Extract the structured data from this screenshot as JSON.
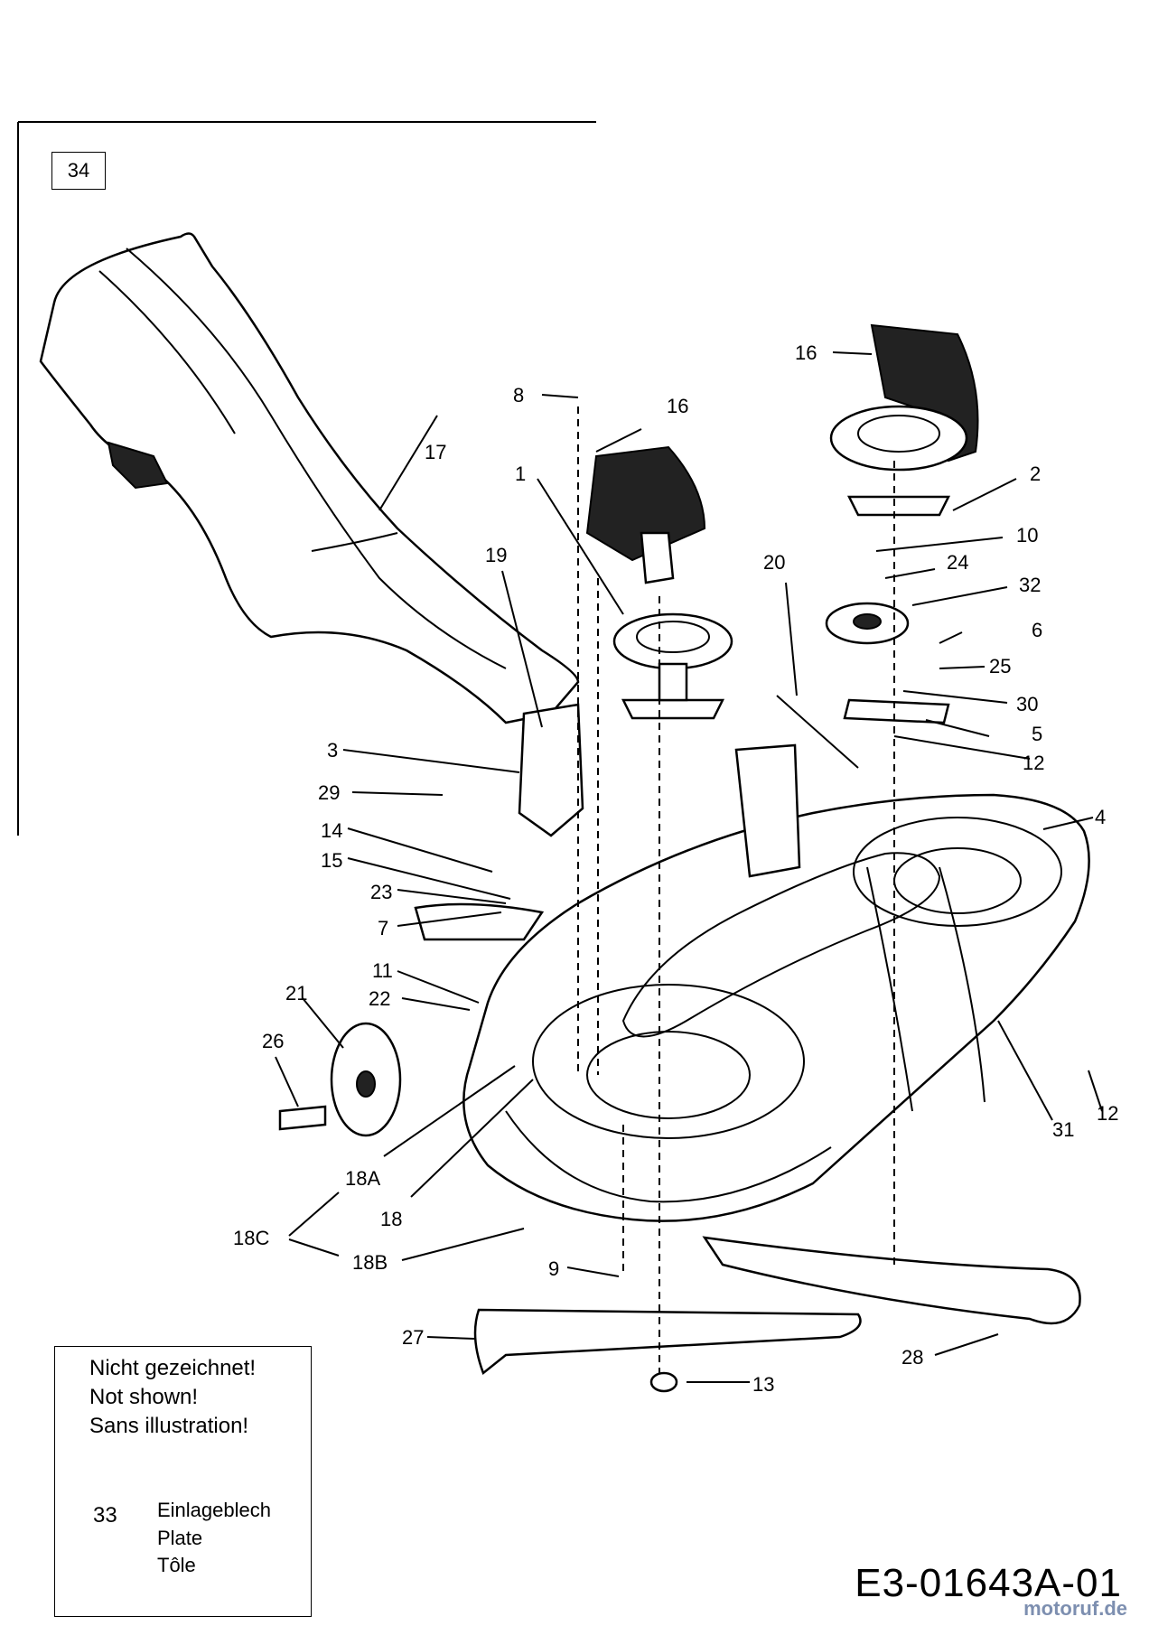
{
  "figure_id": "34",
  "part_labels": {
    "p1": "1",
    "p2": "2",
    "p3": "3",
    "p4": "4",
    "p5": "5",
    "p6": "6",
    "p7": "7",
    "p8": "8",
    "p9": "9",
    "p10": "10",
    "p11": "11",
    "p12a": "12",
    "p12b": "12",
    "p13": "13",
    "p14": "14",
    "p15": "15",
    "p16a": "16",
    "p16b": "16",
    "p17": "17",
    "p18": "18",
    "p18A": "18A",
    "p18B": "18B",
    "p18C": "18C",
    "p19": "19",
    "p20": "20",
    "p21": "21",
    "p22": "22",
    "p23": "23",
    "p24": "24",
    "p25": "25",
    "p26": "26",
    "p27": "27",
    "p28": "28",
    "p29": "29",
    "p30": "30",
    "p31": "31",
    "p32": "32"
  },
  "legend": {
    "not_shown_de": "Nicht gezeichnet!",
    "not_shown_en": "Not shown!",
    "not_shown_fr": "Sans illustration!",
    "item_number": "33",
    "item_de": "Einlageblech",
    "item_en": "Plate",
    "item_fr": "Tôle"
  },
  "drawing_code": "E3-01643A-01",
  "watermark": "motoruf.de"
}
